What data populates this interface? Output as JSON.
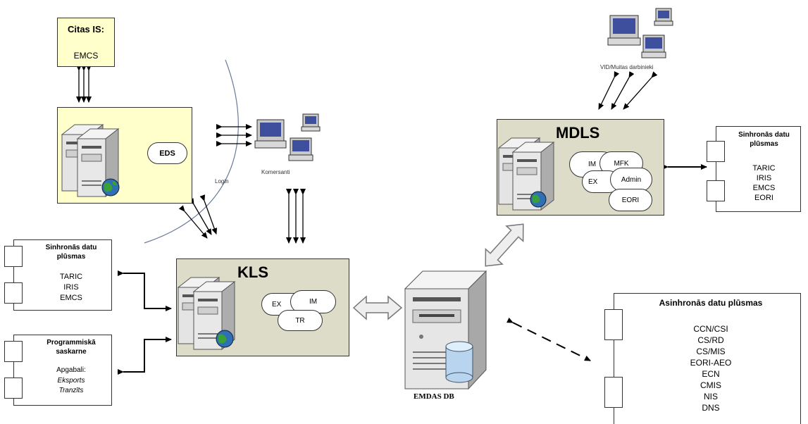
{
  "citas_is": {
    "title": "Citas IS:",
    "item": "EMCS"
  },
  "eds": {
    "label": "EDS"
  },
  "login": {
    "label": "Login"
  },
  "komersanti": {
    "label": "Komersanti"
  },
  "vid": {
    "label": "VID/Muitas darbinieki"
  },
  "mdls": {
    "title": "MDLS",
    "modules": [
      "IM",
      "MFK",
      "EX",
      "Admin",
      "EORI"
    ]
  },
  "kls": {
    "title": "KLS",
    "modules": [
      "EX",
      "IM",
      "TR"
    ]
  },
  "sync_left": {
    "title_line1": "Sinhronās datu",
    "title_line2": "plūsmas",
    "items": [
      "TARIC",
      "IRIS",
      "EMCS"
    ]
  },
  "sync_right": {
    "title_line1": "Sinhronās datu",
    "title_line2": "plūsmas",
    "items": [
      "TARIC",
      "IRIS",
      "EMCS",
      "EORI"
    ]
  },
  "prog": {
    "title_line1": "Programmiskā",
    "title_line2": "saskarne",
    "label": "Apgabali:",
    "items": [
      "Eksports",
      "Tranzīts"
    ]
  },
  "async": {
    "title": "Asinhronās datu plūsmas",
    "items": [
      "CCN/CSI",
      "CS/RD",
      "CS/MIS",
      "EORI-AEO",
      "ECN",
      "CMIS",
      "NIS",
      "DNS"
    ]
  },
  "emdas": {
    "label": "EMDAS DB"
  }
}
